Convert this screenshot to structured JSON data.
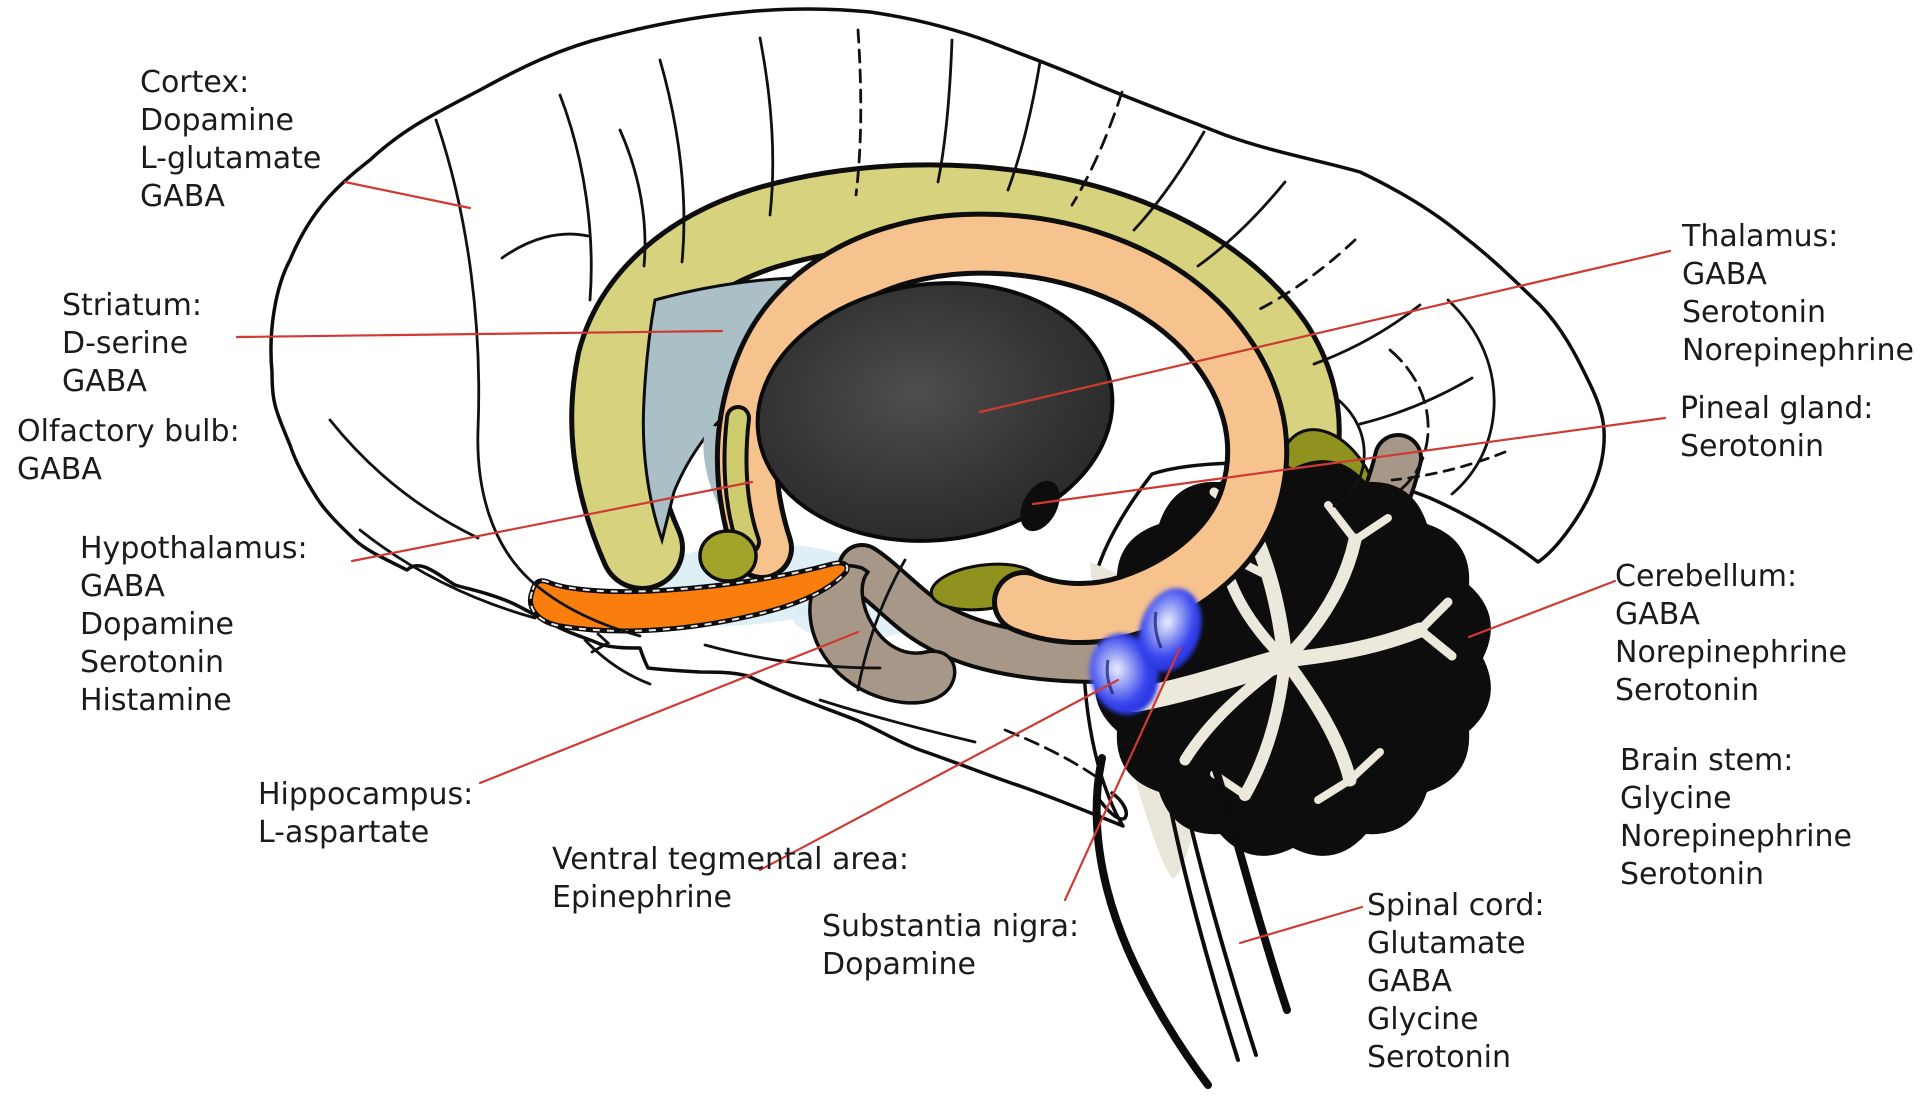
{
  "figure": {
    "description": "Sagittal human brain diagram labeling brain regions and their neurotransmitters",
    "accent_line_color": "#cf3a33",
    "text_color": "#1b1b1b",
    "colors": {
      "corpus_callosum": "#d6d27e",
      "fornix_band": "#f6c28e",
      "ventricle": "#aabfc6",
      "thalamus": "#2e2e2e",
      "hippocampus_band": "#a69789",
      "hypothalamus": "#f97e0e",
      "olive_structures": "#8f921f",
      "nigra_vta_blue": "#2f3cea",
      "brainstem_cream": "#e9e5d8",
      "cerebellum": "#0d0d0d",
      "cerebellum_tree": "#ece8dc"
    }
  },
  "regions": {
    "cortex": {
      "title": "Cortex:",
      "transmitters": [
        "Dopamine",
        "L-glutamate",
        "GABA"
      ]
    },
    "striatum": {
      "title": "Striatum:",
      "transmitters": [
        "D-serine",
        "GABA"
      ]
    },
    "olfactory_bulb": {
      "title": "Olfactory bulb:",
      "transmitters": [
        "GABA"
      ]
    },
    "hypothalamus": {
      "title": "Hypothalamus:",
      "transmitters": [
        "GABA",
        "Dopamine",
        "Serotonin",
        "Histamine"
      ]
    },
    "hippocampus": {
      "title": "Hippocampus:",
      "transmitters": [
        "L-aspartate"
      ]
    },
    "ventral_tegmental_area": {
      "title": "Ventral tegmental area:",
      "transmitters": [
        "Epinephrine"
      ]
    },
    "substantia_nigra": {
      "title": "Substantia nigra:",
      "transmitters": [
        "Dopamine"
      ]
    },
    "thalamus": {
      "title": "Thalamus:",
      "transmitters": [
        "GABA",
        "Serotonin",
        "Norepinephrine"
      ]
    },
    "pineal_gland": {
      "title": "Pineal gland:",
      "transmitters": [
        "Serotonin"
      ]
    },
    "cerebellum": {
      "title": "Cerebellum:",
      "transmitters": [
        "GABA",
        "Norepinephrine",
        "Serotonin"
      ]
    },
    "brain_stem": {
      "title": "Brain stem:",
      "transmitters": [
        "Glycine",
        "Norepinephrine",
        "Serotonin"
      ]
    },
    "spinal_cord": {
      "title": "Spinal cord:",
      "transmitters": [
        "Glutamate",
        "GABA",
        "Glycine",
        "Serotonin"
      ]
    }
  }
}
